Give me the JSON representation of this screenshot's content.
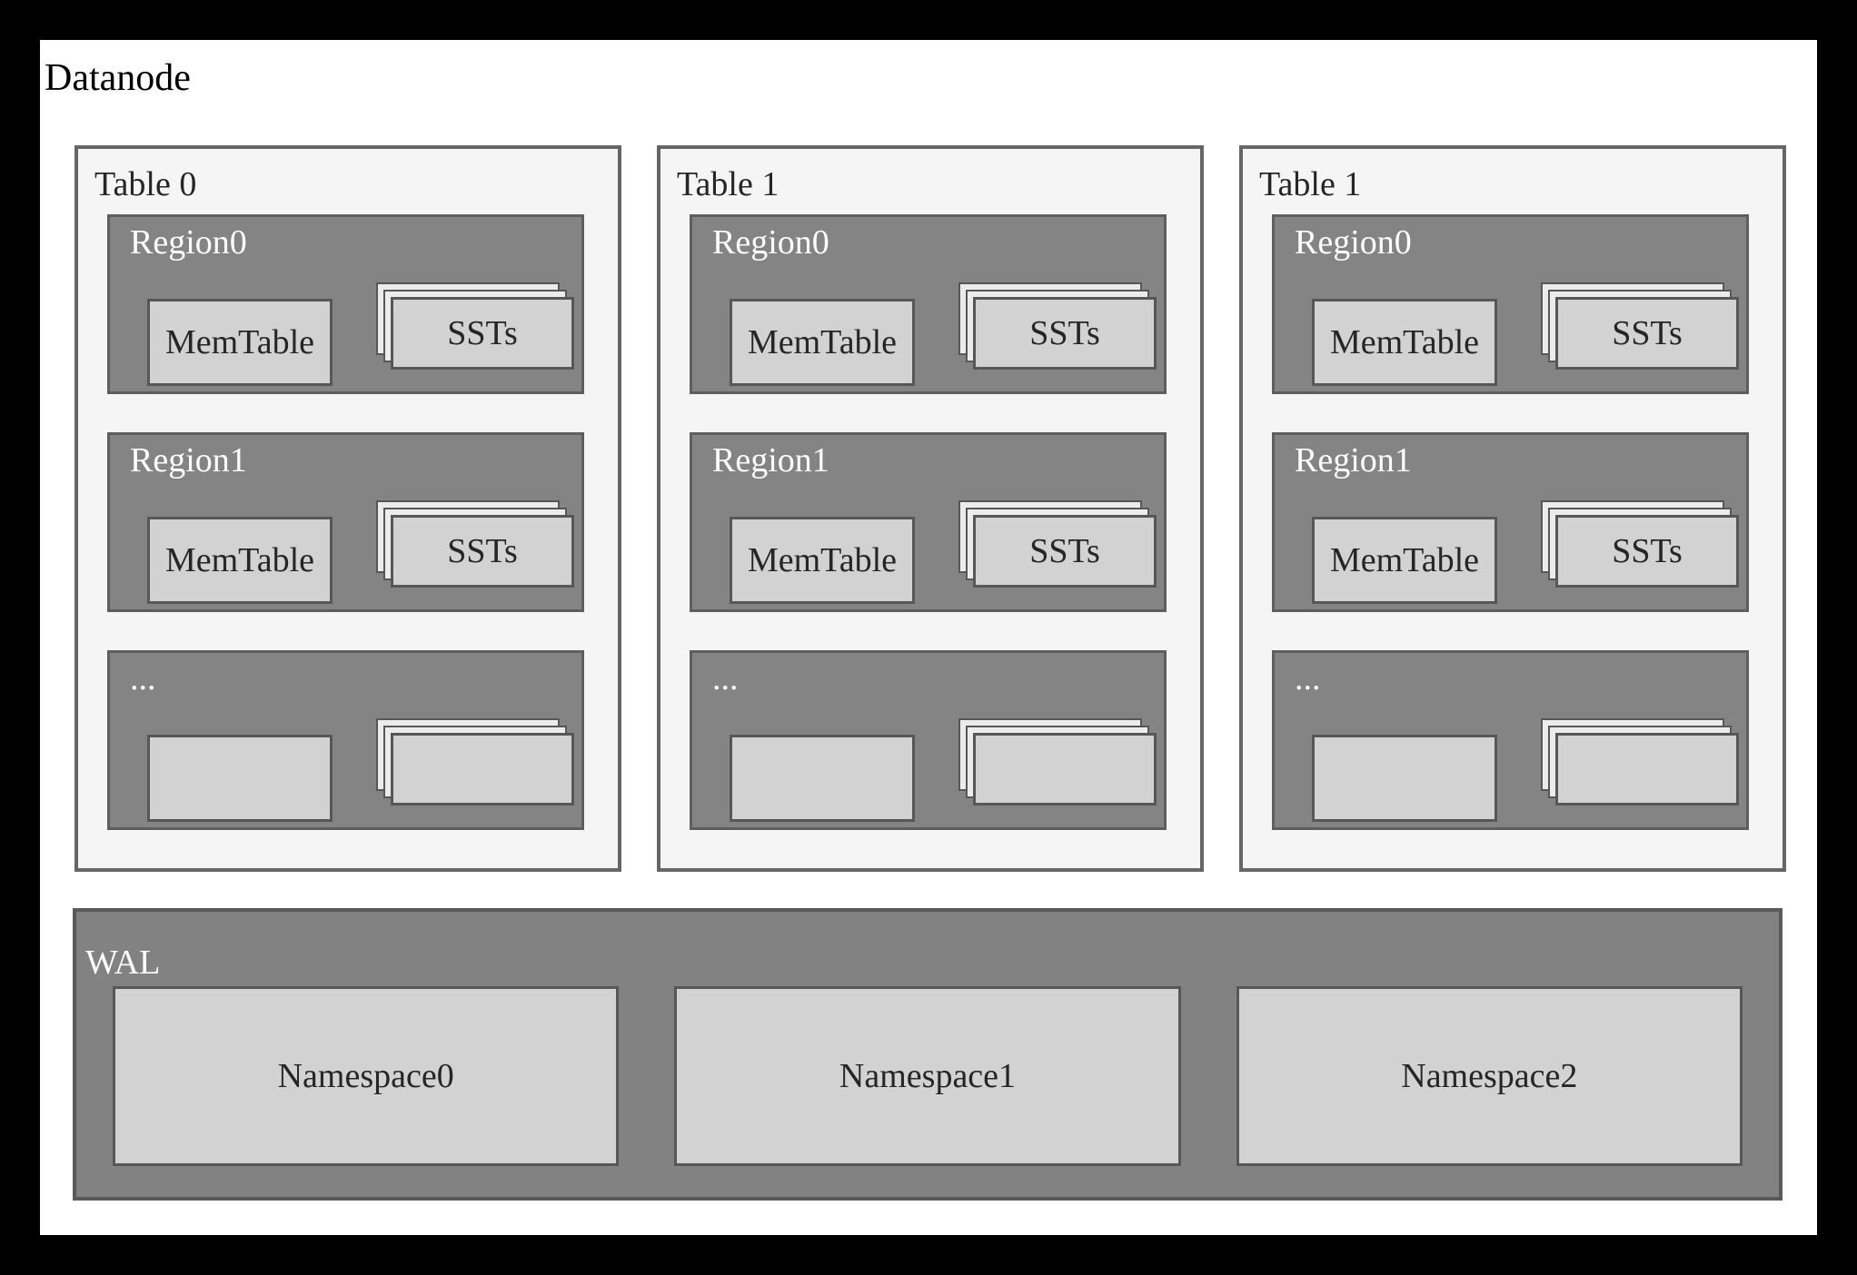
{
  "title": "Datanode",
  "tables": [
    {
      "label": "Table 0",
      "regions": [
        {
          "label": "Region0",
          "memtable": "MemTable",
          "ssts": "SSTs"
        },
        {
          "label": "Region1",
          "memtable": "MemTable",
          "ssts": "SSTs"
        },
        {
          "label": "...",
          "memtable": "",
          "ssts": ""
        }
      ]
    },
    {
      "label": "Table 1",
      "regions": [
        {
          "label": "Region0",
          "memtable": "MemTable",
          "ssts": "SSTs"
        },
        {
          "label": "Region1",
          "memtable": "MemTable",
          "ssts": "SSTs"
        },
        {
          "label": "...",
          "memtable": "",
          "ssts": ""
        }
      ]
    },
    {
      "label": "Table 1",
      "regions": [
        {
          "label": "Region0",
          "memtable": "MemTable",
          "ssts": "SSTs"
        },
        {
          "label": "Region1",
          "memtable": "MemTable",
          "ssts": "SSTs"
        },
        {
          "label": "...",
          "memtable": "",
          "ssts": ""
        }
      ]
    }
  ],
  "wal": {
    "label": "WAL",
    "namespaces": [
      "Namespace0",
      "Namespace1",
      "Namespace2"
    ]
  },
  "colors": {
    "frame": "#000000",
    "panel": "#ffffff",
    "table_fill": "#f5f5f5",
    "table_border": "#666666",
    "region_fill": "#848484",
    "region_border": "#5e5e5e",
    "box_fill": "#d2d2d2",
    "box_border": "#575757",
    "layer_fill": "#ececec",
    "wal_fill": "#828282",
    "wal_border": "#5a5a5a",
    "text_dark": "#262626",
    "text_light": "#ffffff"
  }
}
